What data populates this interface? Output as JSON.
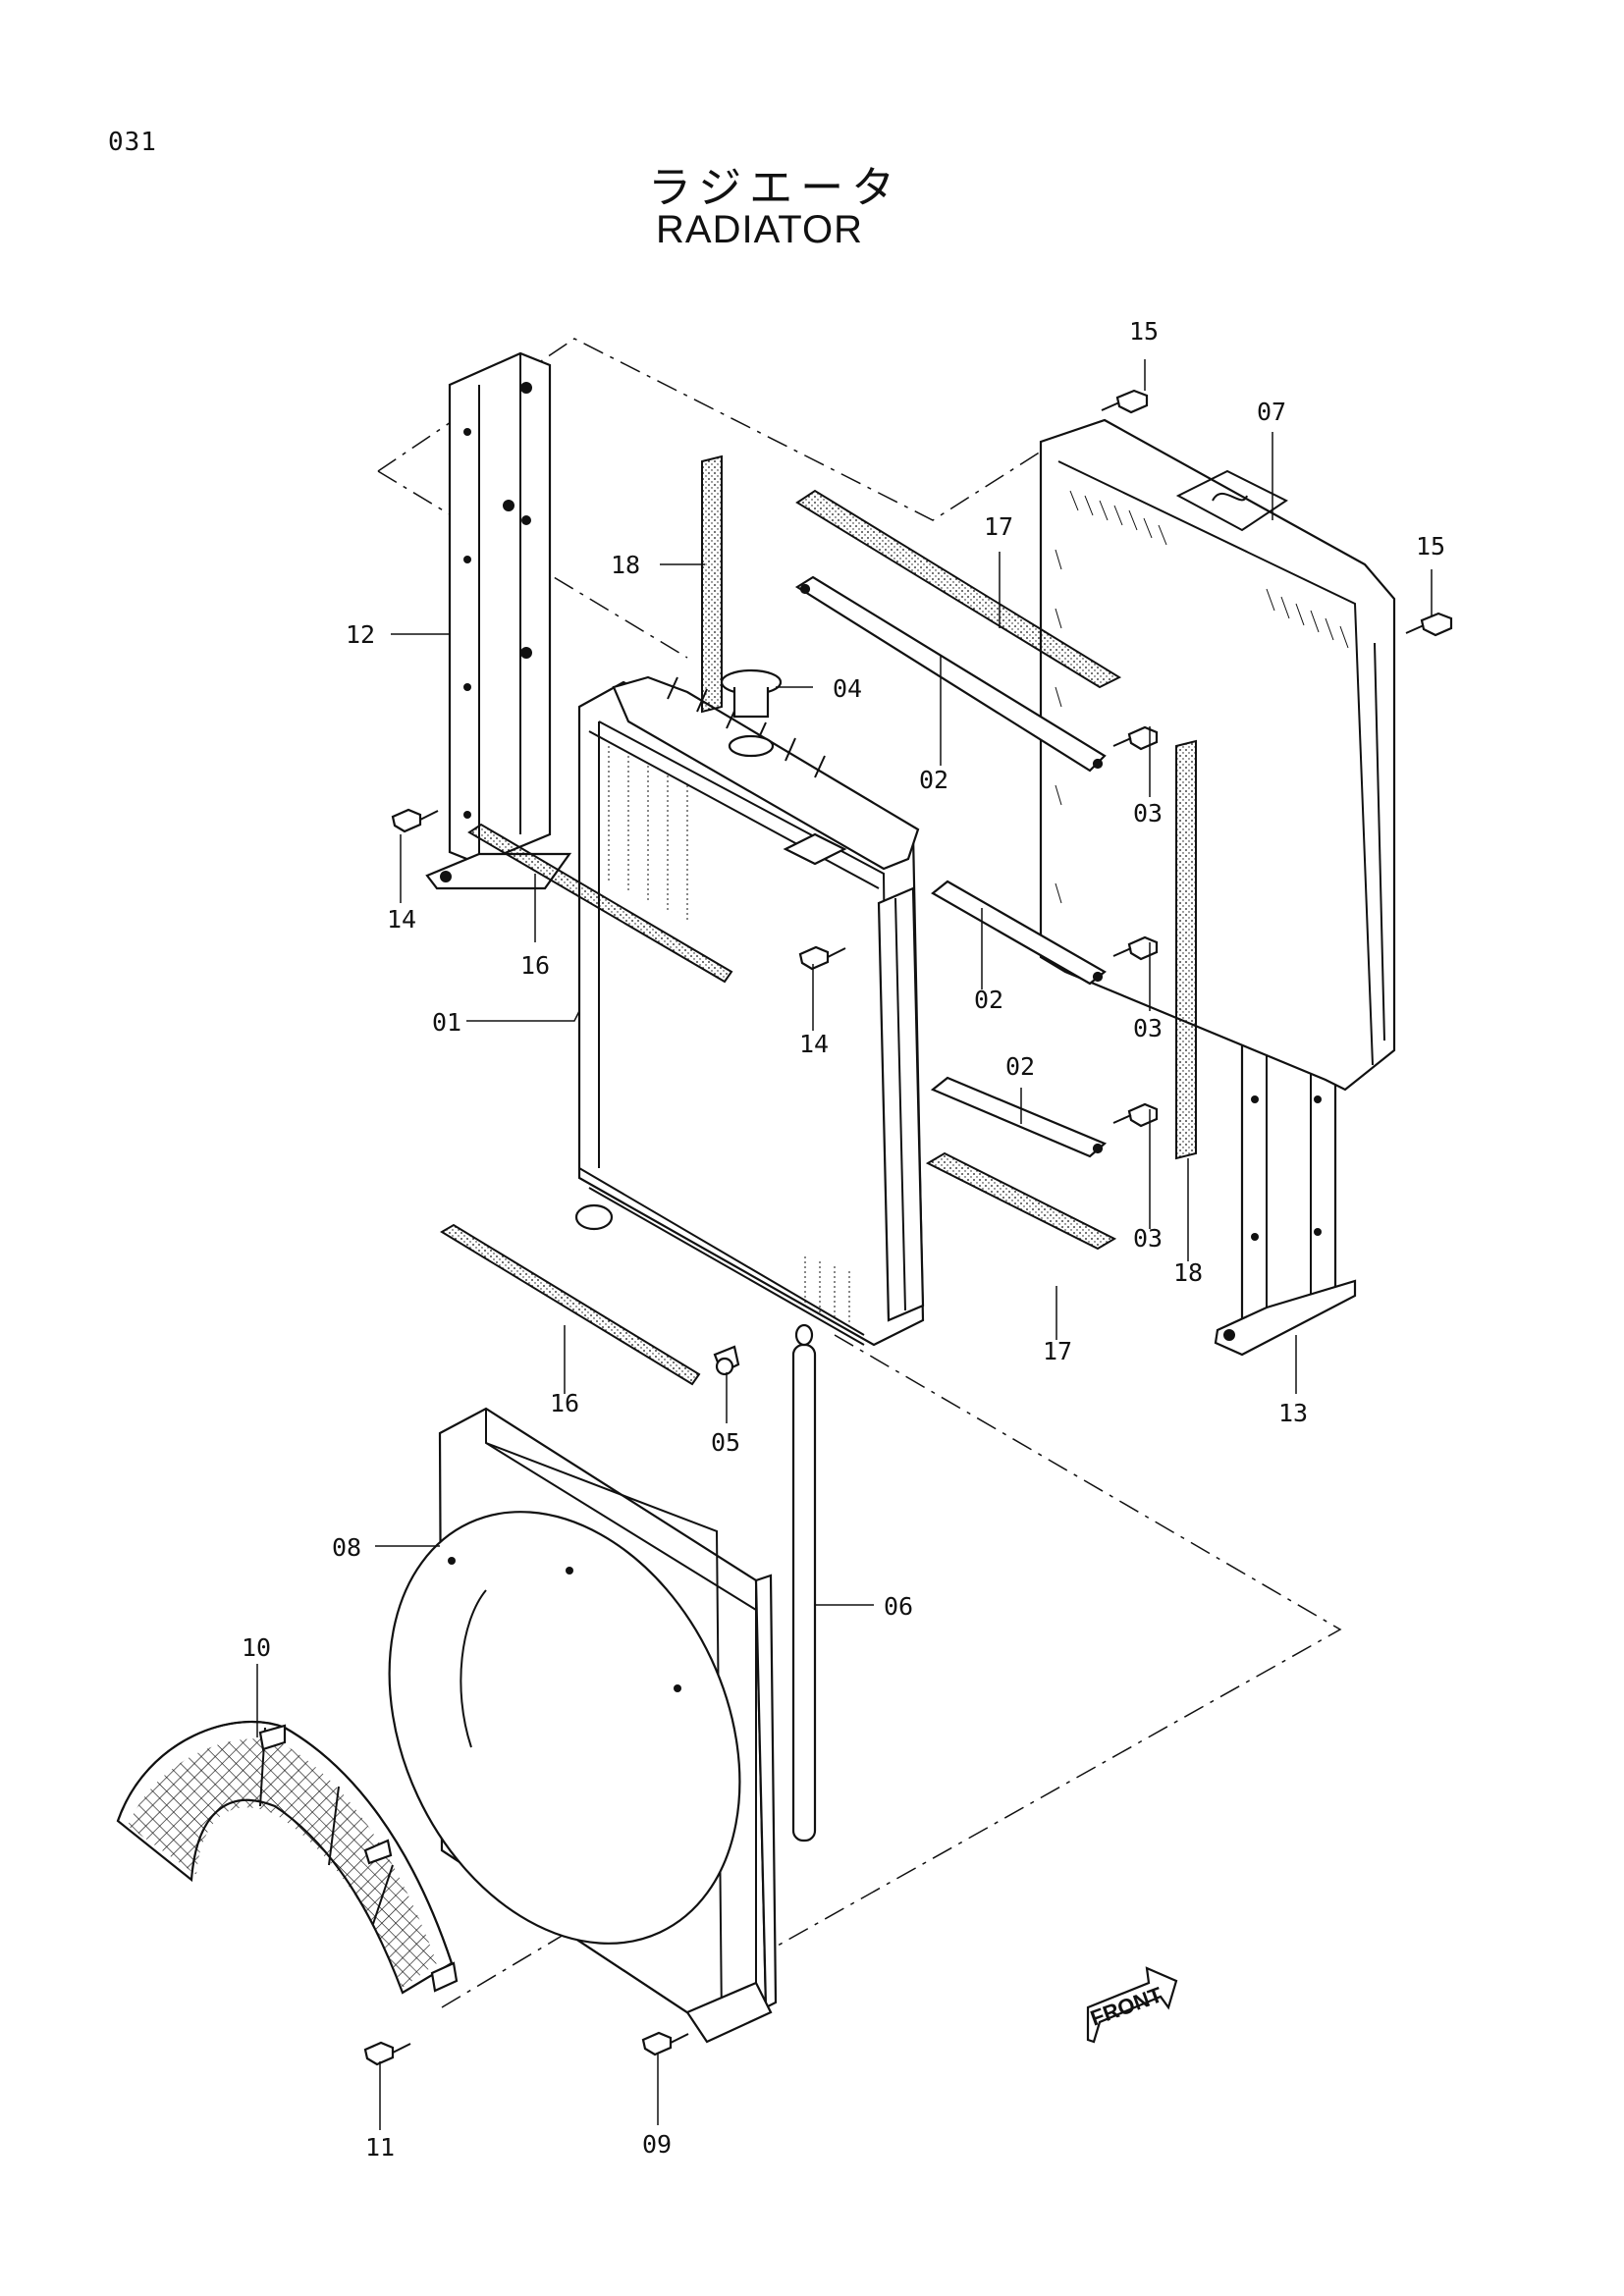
{
  "page": {
    "number": "031",
    "title_jp": "ラジエータ",
    "title_en": "RADIATOR"
  },
  "callouts": {
    "c01": "01",
    "c02a": "02",
    "c02b": "02",
    "c02c": "02",
    "c03a": "03",
    "c03b": "03",
    "c03c": "03",
    "c04": "04",
    "c05": "05",
    "c06": "06",
    "c07": "07",
    "c08": "08",
    "c09": "09",
    "c10": "10",
    "c11": "11",
    "c12": "12",
    "c13": "13",
    "c14a": "14",
    "c14b": "14",
    "c15a": "15",
    "c15b": "15",
    "c16a": "16",
    "c16b": "16",
    "c17a": "17",
    "c17b": "17",
    "c18a": "18",
    "c18b": "18"
  },
  "front_arrow": {
    "label": "FRONT"
  }
}
